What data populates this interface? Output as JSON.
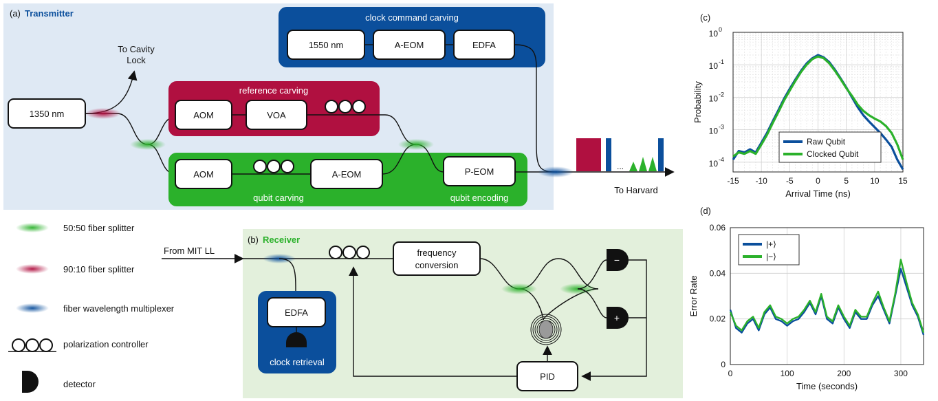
{
  "transmitter": {
    "panel_letter": "(a)",
    "panel_title": "Transmitter",
    "clock_block_title": "clock command carving",
    "clock_boxes": [
      "1550 nm",
      "A-EOM",
      "EDFA"
    ],
    "to_cavity_line1": "To Cavity",
    "to_cavity_line2": "Lock",
    "laser_label": "1350 nm",
    "reference_block_title": "reference carving",
    "reference_boxes": [
      "AOM",
      "VOA"
    ],
    "qubit_boxes": [
      "AOM",
      "A-EOM",
      "P-EOM"
    ],
    "qubit_carving_label": "qubit carving",
    "qubit_encoding_label": "qubit encoding",
    "pulse_ellipsis": "...",
    "to_harvard": "To Harvard",
    "colors": {
      "clock": "#0b4f9c",
      "reference": "#b01040",
      "qubit": "#2bb12b",
      "panel_bg": "#dfe9f4"
    }
  },
  "legend": [
    {
      "symbol": "green-splitter",
      "label": "50:50 fiber splitter"
    },
    {
      "symbol": "red-splitter",
      "label": "90:10 fiber splitter"
    },
    {
      "symbol": "blue-multiplexer",
      "label": "fiber wavelength multiplexer"
    },
    {
      "symbol": "polarization-controller",
      "label": "polarization controller"
    },
    {
      "symbol": "detector",
      "label": "detector"
    }
  ],
  "receiver": {
    "panel_letter": "(b)",
    "panel_title": "Receiver",
    "input_label": "From MIT LL",
    "freq_conv_line1": "frequency",
    "freq_conv_line2": "conversion",
    "edfa_label": "EDFA",
    "clock_retrieval_label": "clock retrieval",
    "pid_label": "PID",
    "detector_minus": "−",
    "detector_plus": "+",
    "colors": {
      "panel_bg": "#e3f0dc"
    }
  },
  "chart_data": [
    {
      "panel_letter": "(c)",
      "type": "line",
      "xlabel": "Arrival Time (ns)",
      "ylabel": "Probability",
      "xlim": [
        -15,
        15
      ],
      "ylim": [
        5e-05,
        1
      ],
      "yscale": "log",
      "x_ticks": [
        "-15",
        "-10",
        "-5",
        "0",
        "5",
        "10",
        "15"
      ],
      "y_tick_labels": [
        {
          "base": "10",
          "exp": "0"
        },
        {
          "base": "10",
          "exp": "-1"
        },
        {
          "base": "10",
          "exp": "-2"
        },
        {
          "base": "10",
          "exp": "-3"
        },
        {
          "base": "10",
          "exp": "-4"
        }
      ],
      "grid": true,
      "legend_position": "bottom-center",
      "x": [
        -15,
        -14,
        -13,
        -12,
        -11,
        -10,
        -9,
        -8,
        -7,
        -6,
        -5,
        -4,
        -3,
        -2,
        -1,
        0,
        1,
        2,
        3,
        4,
        5,
        6,
        7,
        8,
        9,
        10,
        11,
        12,
        13,
        14,
        15
      ],
      "series": [
        {
          "name": "Raw Qubit",
          "color": "#0b4f9c",
          "values": [
            0.00012,
            0.00022,
            0.0002,
            0.00025,
            0.0002,
            0.0004,
            0.0008,
            0.0018,
            0.004,
            0.009,
            0.018,
            0.035,
            0.065,
            0.11,
            0.16,
            0.2,
            0.17,
            0.12,
            0.07,
            0.038,
            0.02,
            0.01,
            0.005,
            0.0028,
            0.0018,
            0.0012,
            0.0008,
            0.0005,
            0.0003,
            0.00012,
            6e-05
          ]
        },
        {
          "name": "Clocked Qubit",
          "color": "#2bb12b",
          "values": [
            0.00015,
            0.0002,
            0.00018,
            0.00022,
            0.00018,
            0.00035,
            0.0007,
            0.0016,
            0.0035,
            0.008,
            0.016,
            0.032,
            0.06,
            0.1,
            0.15,
            0.18,
            0.16,
            0.11,
            0.065,
            0.036,
            0.019,
            0.011,
            0.006,
            0.0038,
            0.0028,
            0.0022,
            0.0018,
            0.0013,
            0.0008,
            0.00035,
            0.00012
          ]
        }
      ]
    },
    {
      "panel_letter": "(d)",
      "type": "line",
      "xlabel": "Time (seconds)",
      "ylabel": "Error Rate",
      "xlim": [
        0,
        340
      ],
      "ylim": [
        0,
        0.06
      ],
      "x_ticks": [
        "0",
        "100",
        "200",
        "300"
      ],
      "y_ticks": [
        "0",
        "0.02",
        "0.04",
        "0.06"
      ],
      "grid": true,
      "legend_position": "top-left",
      "x": [
        0,
        10,
        20,
        30,
        40,
        50,
        60,
        70,
        80,
        90,
        100,
        110,
        120,
        130,
        140,
        150,
        160,
        170,
        180,
        190,
        200,
        210,
        220,
        230,
        240,
        250,
        260,
        270,
        280,
        290,
        300,
        310,
        320,
        330,
        340
      ],
      "series": [
        {
          "name": "|+⟩",
          "color": "#0b4f9c",
          "values": [
            0.024,
            0.016,
            0.014,
            0.018,
            0.02,
            0.015,
            0.022,
            0.025,
            0.02,
            0.019,
            0.017,
            0.019,
            0.02,
            0.023,
            0.027,
            0.022,
            0.03,
            0.02,
            0.018,
            0.025,
            0.02,
            0.016,
            0.023,
            0.02,
            0.02,
            0.026,
            0.03,
            0.024,
            0.018,
            0.03,
            0.042,
            0.034,
            0.026,
            0.021,
            0.013
          ]
        },
        {
          "name": "|−⟩",
          "color": "#2bb12b",
          "values": [
            0.023,
            0.017,
            0.015,
            0.019,
            0.021,
            0.016,
            0.023,
            0.026,
            0.021,
            0.02,
            0.018,
            0.02,
            0.021,
            0.024,
            0.028,
            0.023,
            0.031,
            0.021,
            0.019,
            0.026,
            0.021,
            0.017,
            0.024,
            0.021,
            0.021,
            0.027,
            0.032,
            0.025,
            0.019,
            0.031,
            0.046,
            0.036,
            0.027,
            0.022,
            0.014
          ]
        }
      ]
    }
  ]
}
